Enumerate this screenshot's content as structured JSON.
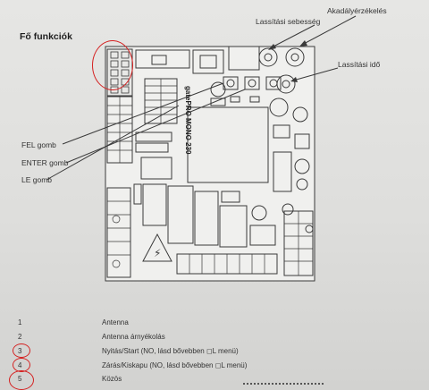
{
  "heading": "Fő funkciók",
  "callouts": {
    "lassitasi_sebesseg": "Lassítási sebesség",
    "akadalyerzekeles": "Akadályérzékelés",
    "lassitasi_ido": "Lassítási idő",
    "fel_gomb": "FEL gomb",
    "enter_gomb": "ENTER gomb",
    "le_gomb": "LE gomb"
  },
  "board_label": "gatePRO MONO 230",
  "legend": [
    {
      "num": "1",
      "text": "Antenna"
    },
    {
      "num": "2",
      "text": "Antenna árnyékolás"
    },
    {
      "num": "3",
      "text": "Nyitás/Start (NO, lásd bővebben ◻L menü)"
    },
    {
      "num": "4",
      "text": "Zárás/Kiskapu (NO, lásd bővebben ◻L menü)"
    },
    {
      "num": "5",
      "text": "Közös"
    }
  ],
  "colors": {
    "annotation_red": "#d42020",
    "paper": "#e2e2e0",
    "ink": "#2b2b2b"
  }
}
